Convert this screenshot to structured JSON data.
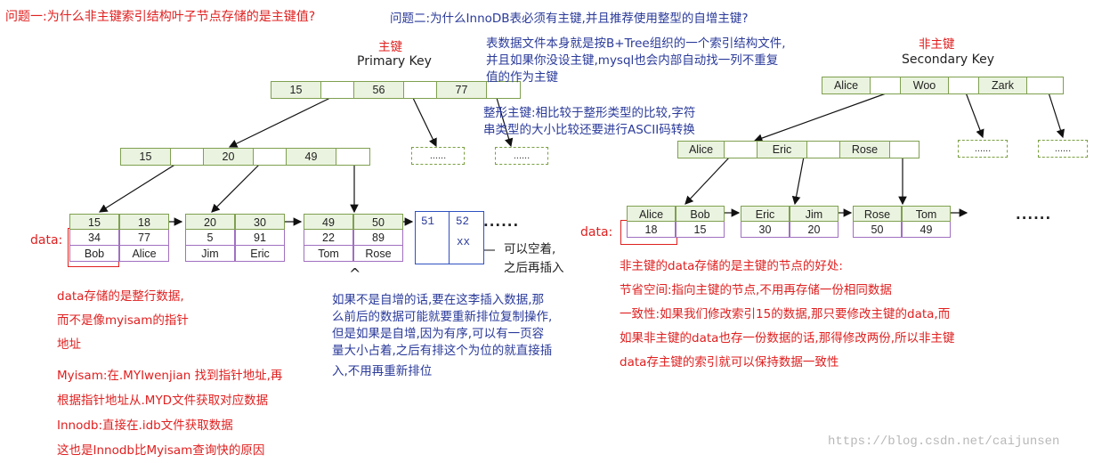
{
  "questions": {
    "q1": "问题一:为什么非主键索引结构叶子节点存储的是主键值?",
    "q2": "问题二:为什么InnoDB表必须有主键,并且推荐使用整型的自增主键?"
  },
  "primary": {
    "title_cn": "主键",
    "title_en": "Primary Key",
    "root": [
      "15",
      "",
      "56",
      "",
      "77",
      ""
    ],
    "level2": [
      "15",
      "",
      "20",
      "",
      "49",
      ""
    ],
    "ellipsis": "......",
    "leaves": [
      {
        "keys": [
          "15",
          "18"
        ],
        "data1": [
          "34",
          "77"
        ],
        "data2": [
          "Bob",
          "Alice"
        ]
      },
      {
        "keys": [
          "20",
          "30"
        ],
        "data1": [
          "5",
          "91"
        ],
        "data2": [
          "Jim",
          "Eric"
        ]
      },
      {
        "keys": [
          "49",
          "50"
        ],
        "data1": [
          "22",
          "89"
        ],
        "data2": [
          "Tom",
          "Rose"
        ]
      }
    ],
    "insert_box": {
      "k1": "51",
      "k2": "52",
      "v": "xx"
    },
    "more": "......",
    "data_label": "data:",
    "free_note_1": "可以空着,",
    "free_note_2": "之后再插入",
    "caret": "^"
  },
  "secondary": {
    "title_cn": "非主键",
    "title_en": "Secondary Key",
    "root": [
      "Alice",
      "",
      "Woo",
      "",
      "Zark",
      ""
    ],
    "level2": [
      "Alice",
      "",
      "Eric",
      "",
      "Rose",
      ""
    ],
    "ellipsis": "......",
    "leaves": [
      {
        "keys": [
          "Alice",
          "Bob"
        ],
        "data": [
          "18",
          "15"
        ]
      },
      {
        "keys": [
          "Eric",
          "Jim"
        ],
        "data": [
          "30",
          "20"
        ]
      },
      {
        "keys": [
          "Rose",
          "Tom"
        ],
        "data": [
          "50",
          "49"
        ]
      }
    ],
    "more": "......",
    "data_label": "data:"
  },
  "notes": {
    "file_structure": [
      "表数据文件本身就是按B+Tree组织的一个索引结构文件,",
      "并且如果你没设主键,mysql也会内部自动找一列不重复",
      "值的作为主键"
    ],
    "int_key": [
      "整形主键:相比较于整形类型的比较,字符",
      "串类型的大小比较还要进行ASCII码转换"
    ],
    "row_data": [
      "data存储的是整行数据,",
      "而不是像myisam的指针",
      "地址"
    ],
    "autoinc": [
      "如果不是自增的话,要在这李插入数据,那",
      "么前后的数据可能就要重新排位复制操作,",
      "但是如果是自增,因为有序,可以有一页容",
      "量大小占着,之后有排这个为位的就直接插",
      "入,不用再重新排位"
    ],
    "myisam": [
      "Myisam:在.MYIwenjian 找到指针地址,再",
      "根据指针地址从.MYD文件获取对应数据",
      "Innodb:直接在.idb文件获取数据",
      "这也是Innodb比Myisam查询快的原因"
    ],
    "secondary_benefit": [
      "非主键的data存储的是主键的节点的好处:",
      "节省空间:指向主键的节点,不用再存储一份相同数据",
      "一致性:如果我们修改索引15的数据,那只要修改主键的data,而",
      "如果非主键的data也存一份数据的话,那得修改两份,所以非主键",
      "data存主键的索引就可以保持数据一致性"
    ]
  },
  "watermark": "https://blog.csdn.net/caijunsen"
}
